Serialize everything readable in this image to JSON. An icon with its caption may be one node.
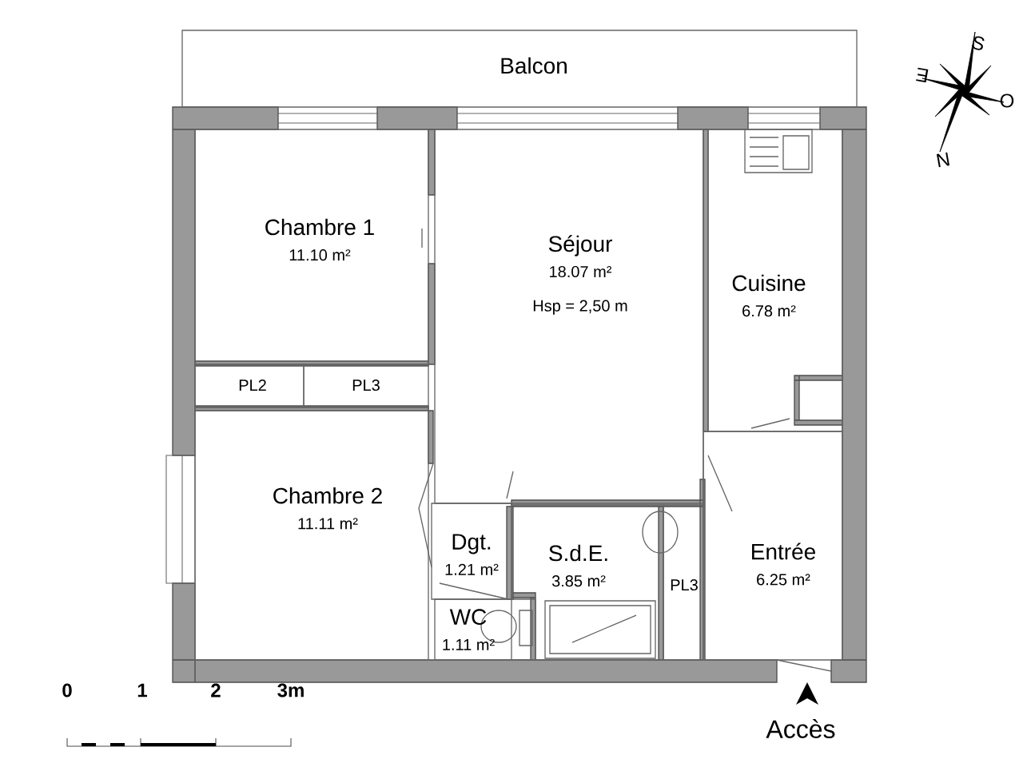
{
  "diagram": {
    "nodes": [
      {
        "text": [
          "Balcon"
        ]
      },
      {
        "text": [
          "Chambre 1",
          "11.10 m²"
        ]
      },
      {
        "text": [
          "Séjour",
          "18.07 m²",
          "Hsp =  2,50 m"
        ]
      },
      {
        "text": [
          "Cuisine",
          "6.78 m²"
        ]
      },
      {
        "text": [
          "PL2"
        ]
      },
      {
        "text": [
          "PL3"
        ]
      },
      {
        "text": [
          "Chambre 2",
          "11.11 m²"
        ]
      },
      {
        "text": [
          "Dgt.",
          "1.21 m²"
        ]
      },
      {
        "text": [
          "S.d.E.",
          "3.85 m²"
        ]
      },
      {
        "text": [
          "WC",
          "1.11 m²"
        ]
      },
      {
        "text": [
          "PL3"
        ]
      },
      {
        "text": [
          "Entrée",
          "6.25 m²"
        ]
      }
    ],
    "labels": [
      "S",
      "E",
      "O",
      "N",
      "0",
      "1",
      "2",
      "3m",
      "Accès"
    ]
  }
}
